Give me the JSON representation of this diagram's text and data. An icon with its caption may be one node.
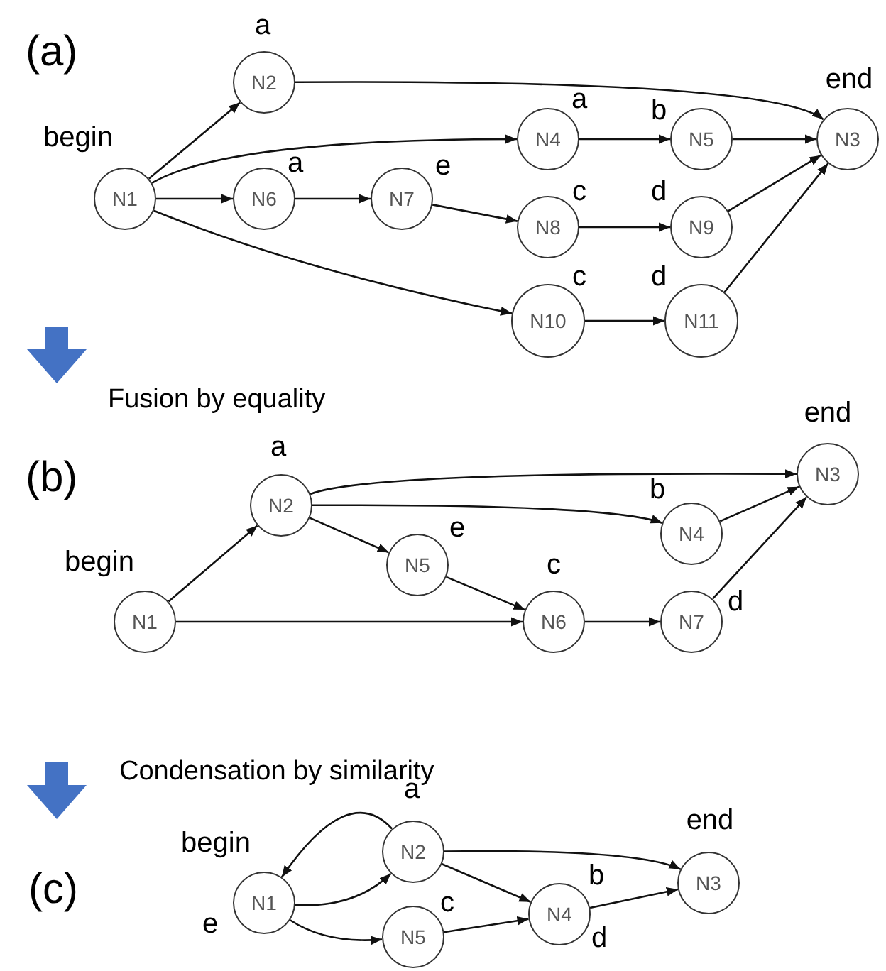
{
  "diagram": {
    "nodes": [
      {
        "text": [
          "N1"
        ],
        "beside": [
          "begin"
        ]
      },
      {
        "text": [
          "N2"
        ],
        "beside": [
          "a"
        ]
      },
      {
        "text": [
          "N3"
        ],
        "beside": [
          "end"
        ]
      },
      {
        "text": [
          "N4"
        ],
        "beside": [
          "a"
        ]
      },
      {
        "text": [
          "N5"
        ],
        "beside": [
          "b"
        ]
      },
      {
        "text": [
          "N6"
        ],
        "beside": [
          "a"
        ]
      },
      {
        "text": [
          "N7"
        ],
        "beside": [
          "e"
        ]
      },
      {
        "text": [
          "N8"
        ],
        "beside": [
          "c"
        ]
      },
      {
        "text": [
          "N9"
        ],
        "beside": [
          "d"
        ]
      },
      {
        "text": [
          "N10"
        ],
        "beside": [
          "c"
        ]
      },
      {
        "text": [
          "N11"
        ],
        "beside": [
          "d"
        ]
      },
      {
        "text": [
          "N1"
        ],
        "beside": [
          "begin"
        ]
      },
      {
        "text": [
          "N2"
        ],
        "beside": [
          "a"
        ]
      },
      {
        "text": [
          "N3"
        ],
        "beside": [
          "end"
        ]
      },
      {
        "text": [
          "N4"
        ],
        "beside": [
          "b"
        ]
      },
      {
        "text": [
          "N5"
        ],
        "beside": [
          "e"
        ]
      },
      {
        "text": [
          "N6"
        ],
        "beside": [
          "c"
        ]
      },
      {
        "text": [
          "N7"
        ],
        "beside": [
          "d"
        ]
      },
      {
        "text": [
          "N1"
        ],
        "beside": [
          "begin",
          "e"
        ]
      },
      {
        "text": [
          "N2"
        ],
        "beside": [
          "a"
        ]
      },
      {
        "text": [
          "N3"
        ],
        "beside": [
          "end"
        ]
      },
      {
        "text": [
          "N4"
        ],
        "beside": [
          "b",
          "d"
        ]
      },
      {
        "text": [
          "N5"
        ],
        "beside": [
          "c"
        ]
      }
    ],
    "edges": [
      {
        "from": 0,
        "to": 1,
        "arrow": "to"
      },
      {
        "from": 1,
        "to": 2,
        "arrow": "to"
      },
      {
        "from": 0,
        "to": 3,
        "arrow": "to"
      },
      {
        "from": 3,
        "to": 4,
        "arrow": "to"
      },
      {
        "from": 4,
        "to": 2,
        "arrow": "to"
      },
      {
        "from": 0,
        "to": 5,
        "arrow": "to"
      },
      {
        "from": 5,
        "to": 6,
        "arrow": "to"
      },
      {
        "from": 6,
        "to": 7,
        "arrow": "to"
      },
      {
        "from": 7,
        "to": 8,
        "arrow": "to"
      },
      {
        "from": 8,
        "to": 2,
        "arrow": "to"
      },
      {
        "from": 0,
        "to": 9,
        "arrow": "to"
      },
      {
        "from": 9,
        "to": 10,
        "arrow": "to"
      },
      {
        "from": 10,
        "to": 2,
        "arrow": "to"
      },
      {
        "from": 11,
        "to": 12,
        "arrow": "to"
      },
      {
        "from": 12,
        "to": 13,
        "arrow": "to"
      },
      {
        "from": 12,
        "to": 14,
        "arrow": "to"
      },
      {
        "from": 12,
        "to": 15,
        "arrow": "to"
      },
      {
        "from": 14,
        "to": 13,
        "arrow": "to"
      },
      {
        "from": 15,
        "to": 16,
        "arrow": "to"
      },
      {
        "from": 11,
        "to": 16,
        "arrow": "to"
      },
      {
        "from": 16,
        "to": 17,
        "arrow": "to"
      },
      {
        "from": 17,
        "to": 13,
        "arrow": "to"
      },
      {
        "from": 19,
        "to": 18,
        "arrow": "to"
      },
      {
        "from": 18,
        "to": 19,
        "arrow": "to"
      },
      {
        "from": 19,
        "to": 20,
        "arrow": "to"
      },
      {
        "from": 19,
        "to": 21,
        "arrow": "to"
      },
      {
        "from": 18,
        "to": 22,
        "arrow": "to"
      },
      {
        "from": 22,
        "to": 21,
        "arrow": "to"
      },
      {
        "from": 21,
        "to": 20,
        "arrow": "to"
      }
    ],
    "labels": [
      "(a)",
      "Fusion by equality",
      "(b)",
      "Condensation by similarity",
      "(c)"
    ]
  }
}
